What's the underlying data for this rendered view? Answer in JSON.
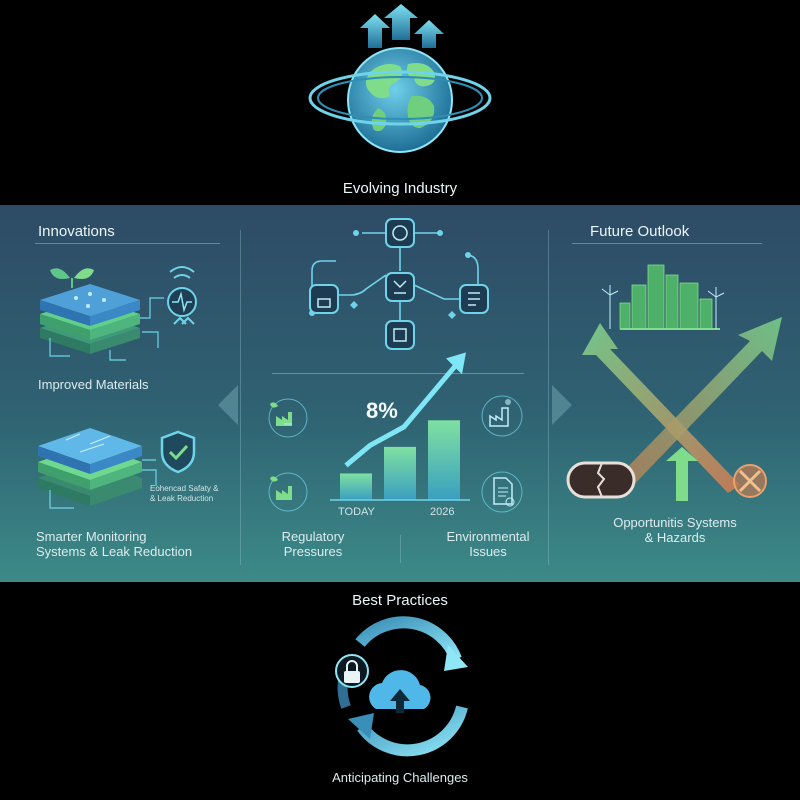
{
  "header": {
    "title": "Evolving Industry",
    "globe_icon": "globe-with-arrows-icon"
  },
  "innovations": {
    "heading": "Innovations",
    "item1": {
      "label": "Improved Materials",
      "icon": "layered-material-icon"
    },
    "item2": {
      "label_line1": "Smarter Monitoring",
      "label_line2": "Systems & Leak Reduction",
      "badge_line1": "Eohencad Safaty &",
      "badge_line2": "& Leak Reduction",
      "icon": "shield-check-icon"
    }
  },
  "center": {
    "growth_label": "8%",
    "x_start": "TODAY",
    "x_end": "2026",
    "regulatory_line1": "Regulatory",
    "regulatory_line2": "Pressures",
    "environmental_line1": "Environmental",
    "environmental_line2": "Issues"
  },
  "chart_data": {
    "type": "bar",
    "categories": [
      "TODAY",
      "",
      "2026"
    ],
    "values": [
      1,
      2,
      3
    ],
    "title": "8%",
    "xlabel": "",
    "ylabel": "",
    "ylim": [
      0,
      3.2
    ]
  },
  "future": {
    "heading": "Future Outlook",
    "caption_line1": "Opportunitis Systems",
    "caption_line2": "& Hazards"
  },
  "footer": {
    "best_practices": "Best Practices",
    "anticipating": "Anticipating Challenges"
  },
  "colors": {
    "accent": "#5fc6dc",
    "green": "#6fd88f",
    "panel": "#2f5a6e"
  }
}
